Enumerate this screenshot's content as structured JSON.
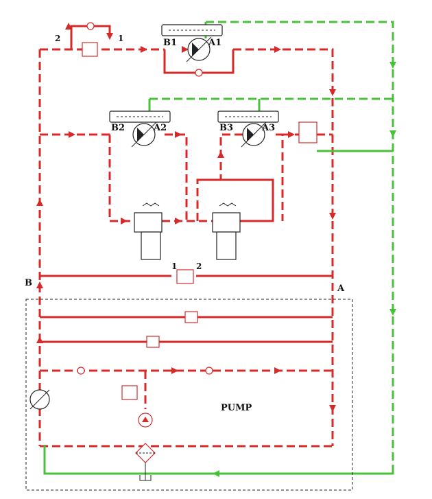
{
  "labels": {
    "port_2_top": "2",
    "port_1_top": "1",
    "motor1_b": "B1",
    "motor1_a": "A1",
    "motor2_b": "B2",
    "motor2_a": "A2",
    "motor3_b": "B3",
    "motor3_a": "A3",
    "port_1_mid": "1",
    "port_2_mid": "2",
    "line_b": "B",
    "line_a": "A",
    "pump": "PUMP"
  },
  "colors": {
    "pressure_line": "#d42a2a",
    "return_line": "#49c13a",
    "component": "#222222"
  },
  "icons": [
    "hydraulic-motor-icon",
    "check-valve-icon",
    "relief-valve-icon",
    "solenoid-valve-icon",
    "pump-icon",
    "filter-icon",
    "tank-icon",
    "accumulator-icon"
  ]
}
